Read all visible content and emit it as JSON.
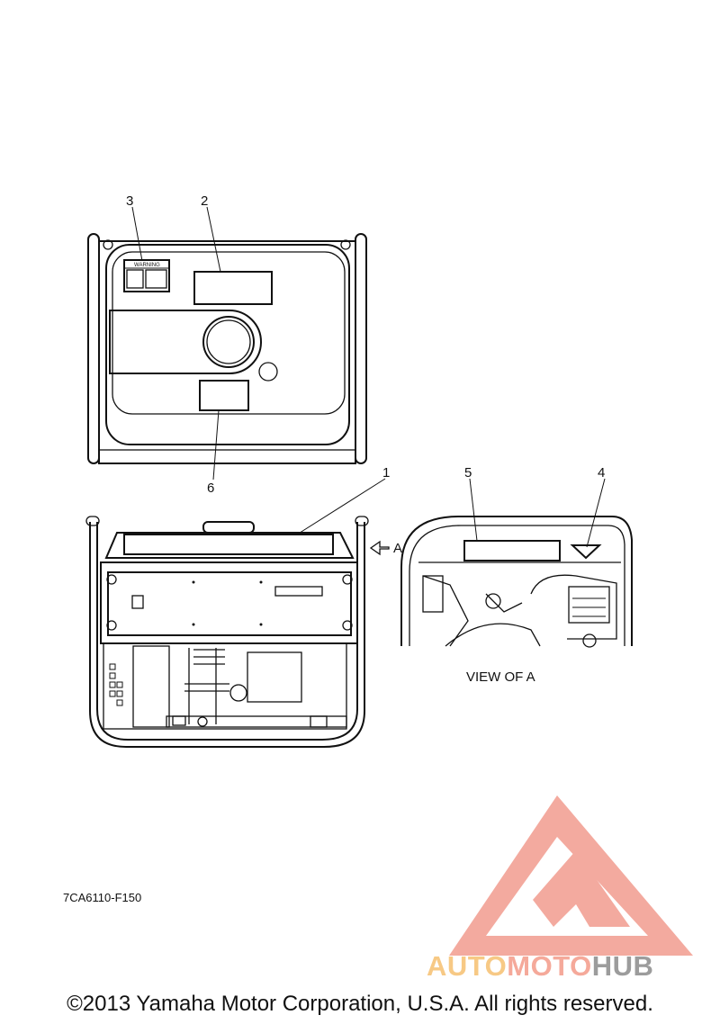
{
  "callouts": {
    "c1": "1",
    "c2": "2",
    "c3": "3",
    "c4": "4",
    "c5": "5",
    "c6": "6"
  },
  "warning_label": "WARNING",
  "view_arrow_label": "A",
  "view_caption": "VIEW OF A",
  "part_number": "7CA6110-F150",
  "copyright": "©2013 Yamaha Motor Corporation, U.S.A. All rights reserved.",
  "watermark": {
    "part1": "AUTO",
    "part2": "MOTO",
    "part3": "HUB",
    "colors": {
      "auto": "#f7c985",
      "moto": "#f5a99a",
      "hub": "#9c9c9c",
      "logo": "#f3a69a"
    }
  }
}
